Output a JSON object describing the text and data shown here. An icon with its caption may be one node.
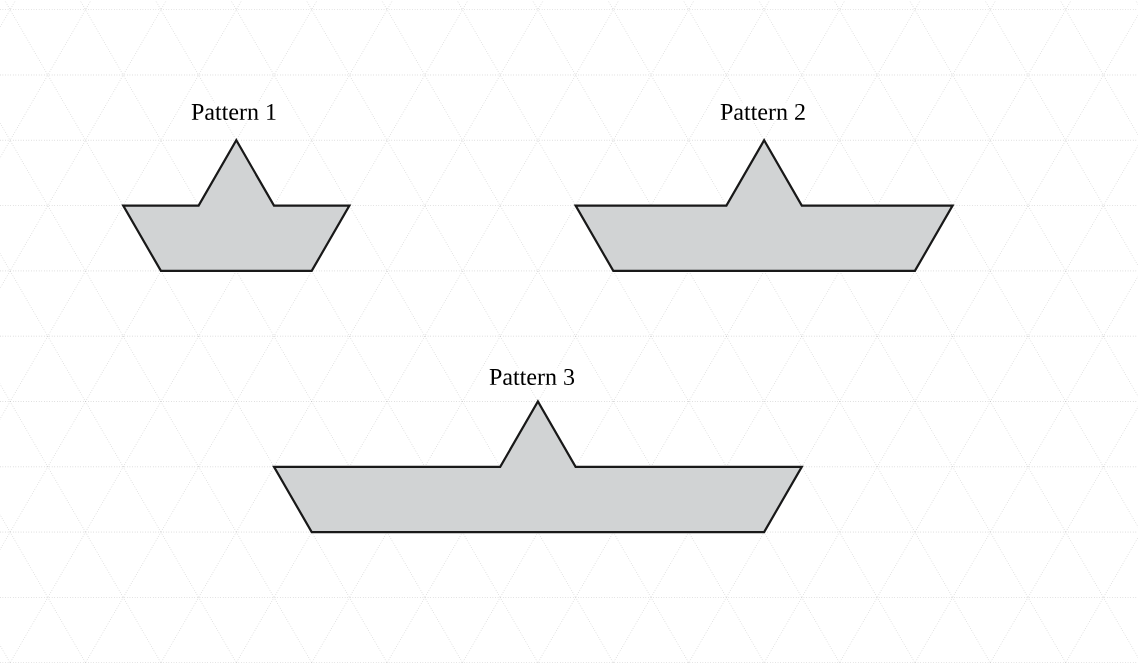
{
  "diagram": {
    "nodes": [
      {
        "text": [
          "Pattern 1"
        ]
      },
      {
        "text": [
          "Pattern 2"
        ]
      },
      {
        "text": [
          "Pattern 3"
        ]
      }
    ]
  }
}
